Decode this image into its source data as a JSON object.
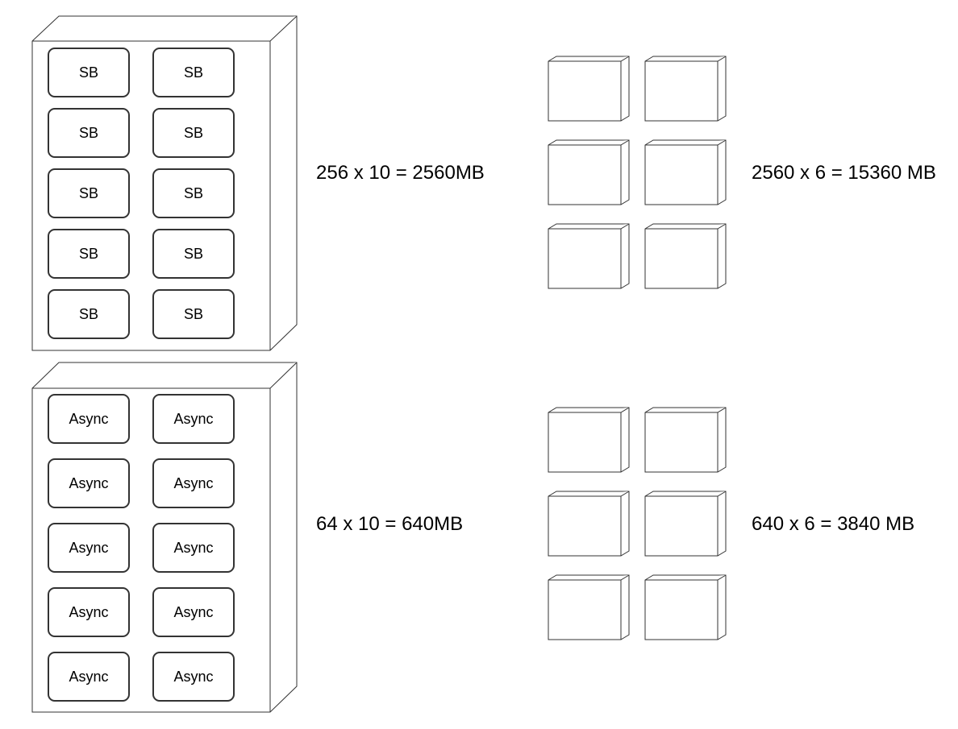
{
  "diagram": {
    "top": {
      "server_item_label": "SB",
      "server_item_count": 10,
      "server_calc": "256 x 10 = 2560MB",
      "nodes_count": 6,
      "nodes_calc": "2560 x 6 = 15360 MB"
    },
    "bottom": {
      "server_item_label": "Async",
      "server_item_count": 10,
      "server_calc": "64 x 10 = 640MB",
      "nodes_count": 6,
      "nodes_calc": "640 x 6 = 3840 MB"
    }
  }
}
